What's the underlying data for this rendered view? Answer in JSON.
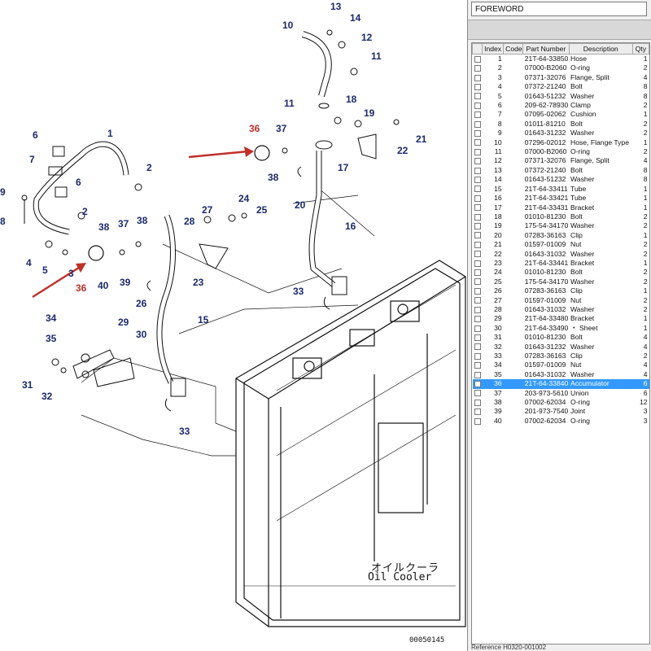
{
  "panel": {
    "title": "FOREWORD",
    "columns": [
      "",
      "Index",
      "Code",
      "Part Number",
      "Description",
      "Qty"
    ],
    "footer": "Reference H0320-001002",
    "selected_index": "36",
    "rows": [
      {
        "index": "1",
        "code": "",
        "part": "21T-64-33850",
        "desc": "Hose",
        "qty": "1"
      },
      {
        "index": "2",
        "code": "",
        "part": "07000-B2060",
        "desc": "O-ring",
        "qty": "2"
      },
      {
        "index": "3",
        "code": "",
        "part": "07371-32076",
        "desc": "Flange, Split",
        "qty": "4"
      },
      {
        "index": "4",
        "code": "",
        "part": "07372-21240",
        "desc": "Bolt",
        "qty": "8"
      },
      {
        "index": "5",
        "code": "",
        "part": "01643-51232",
        "desc": "Washer",
        "qty": "8"
      },
      {
        "index": "6",
        "code": "",
        "part": "209-62-78930",
        "desc": "Clamp",
        "qty": "2"
      },
      {
        "index": "7",
        "code": "",
        "part": "07095-02062",
        "desc": "Cushion",
        "qty": "1"
      },
      {
        "index": "8",
        "code": "",
        "part": "01011-81210",
        "desc": "Bolt",
        "qty": "2"
      },
      {
        "index": "9",
        "code": "",
        "part": "01643-31232",
        "desc": "Washer",
        "qty": "2"
      },
      {
        "index": "10",
        "code": "",
        "part": "07296-02012",
        "desc": "Hose, Flange Type",
        "qty": "1"
      },
      {
        "index": "11",
        "code": "",
        "part": "07000-B2060",
        "desc": "O-ring",
        "qty": "2"
      },
      {
        "index": "12",
        "code": "",
        "part": "07371-32076",
        "desc": "Flange, Split",
        "qty": "4"
      },
      {
        "index": "13",
        "code": "",
        "part": "07372-21240",
        "desc": "Bolt",
        "qty": "8"
      },
      {
        "index": "14",
        "code": "",
        "part": "01643-51232",
        "desc": "Washer",
        "qty": "8"
      },
      {
        "index": "15",
        "code": "",
        "part": "21T-64-33411",
        "desc": "Tube",
        "qty": "1"
      },
      {
        "index": "16",
        "code": "",
        "part": "21T-64-33421",
        "desc": "Tube",
        "qty": "1"
      },
      {
        "index": "17",
        "code": "",
        "part": "21T-64-33431",
        "desc": "Bracket",
        "qty": "1"
      },
      {
        "index": "18",
        "code": "",
        "part": "01010-81230",
        "desc": "Bolt",
        "qty": "2"
      },
      {
        "index": "19",
        "code": "",
        "part": "175-54-34170",
        "desc": "Washer",
        "qty": "2"
      },
      {
        "index": "20",
        "code": "",
        "part": "07283-36163",
        "desc": "Clip",
        "qty": "1"
      },
      {
        "index": "21",
        "code": "",
        "part": "01597-01009",
        "desc": "Nut",
        "qty": "2"
      },
      {
        "index": "22",
        "code": "",
        "part": "01643-31032",
        "desc": "Washer",
        "qty": "2"
      },
      {
        "index": "23",
        "code": "",
        "part": "21T-64-33441",
        "desc": "Bracket",
        "qty": "1"
      },
      {
        "index": "24",
        "code": "",
        "part": "01010-81230",
        "desc": "Bolt",
        "qty": "2"
      },
      {
        "index": "25",
        "code": "",
        "part": "175-54-34170",
        "desc": "Washer",
        "qty": "2"
      },
      {
        "index": "26",
        "code": "",
        "part": "07283-36163",
        "desc": "Clip",
        "qty": "1"
      },
      {
        "index": "27",
        "code": "",
        "part": "01597-01009",
        "desc": "Nut",
        "qty": "2"
      },
      {
        "index": "28",
        "code": "",
        "part": "01643-31032",
        "desc": "Washer",
        "qty": "2"
      },
      {
        "index": "29",
        "code": "",
        "part": "21T-64-33480",
        "desc": "Bracket",
        "qty": "1"
      },
      {
        "index": "30",
        "code": "",
        "part": "21T-64-33490",
        "desc": "・ Sheet",
        "qty": "1"
      },
      {
        "index": "31",
        "code": "",
        "part": "01010-81230",
        "desc": "Bolt",
        "qty": "4"
      },
      {
        "index": "32",
        "code": "",
        "part": "01643-31232",
        "desc": "Washer",
        "qty": "4"
      },
      {
        "index": "33",
        "code": "",
        "part": "07283-36163",
        "desc": "Clip",
        "qty": "2"
      },
      {
        "index": "34",
        "code": "",
        "part": "01597-01009",
        "desc": "Nut",
        "qty": "4"
      },
      {
        "index": "35",
        "code": "",
        "part": "01643-31032",
        "desc": "Washer",
        "qty": "4"
      },
      {
        "index": "36",
        "code": "",
        "part": "21T-64-33840",
        "desc": "Accumulator",
        "qty": "6"
      },
      {
        "index": "37",
        "code": "",
        "part": "203-973-5610",
        "desc": "Union",
        "qty": "6"
      },
      {
        "index": "38",
        "code": "",
        "part": "07002-62034",
        "desc": "O-ring",
        "qty": "12"
      },
      {
        "index": "39",
        "code": "",
        "part": "201-973-7540",
        "desc": "Joint",
        "qty": "3"
      },
      {
        "index": "40",
        "code": "",
        "part": "07002-62034",
        "desc": "O-ring",
        "qty": "3"
      }
    ]
  },
  "diagram": {
    "label_jp": "オイルクーラ",
    "label_en": "Oil Cooler",
    "drawing_number": "00050145",
    "callouts": {
      "c1": "1",
      "c2a": "2",
      "c2b": "2",
      "c3": "3",
      "c4": "4",
      "c5": "5",
      "c6a": "6",
      "c6b": "6",
      "c7": "7",
      "c8": "8",
      "c9": "9",
      "c10": "10",
      "c11a": "11",
      "c11b": "11",
      "c12": "12",
      "c13": "13",
      "c14": "14",
      "c15": "15",
      "c16": "16",
      "c17": "17",
      "c18": "18",
      "c19": "19",
      "c20": "20",
      "c21": "21",
      "c22": "22",
      "c23": "23",
      "c24": "24",
      "c25": "25",
      "c26": "26",
      "c27": "27",
      "c28": "28",
      "c29": "29",
      "c30": "30",
      "c31": "31",
      "c32": "32",
      "c33a": "33",
      "c33b": "33",
      "c34": "34",
      "c35": "35",
      "c36a": "36",
      "c36b": "36",
      "c37a": "37",
      "c37b": "37",
      "c38a": "38",
      "c38b": "38",
      "c38c": "38",
      "c39": "39",
      "c40": "40"
    },
    "highlight_color": "#c0302a",
    "callout_color": "#1a2a6c"
  }
}
